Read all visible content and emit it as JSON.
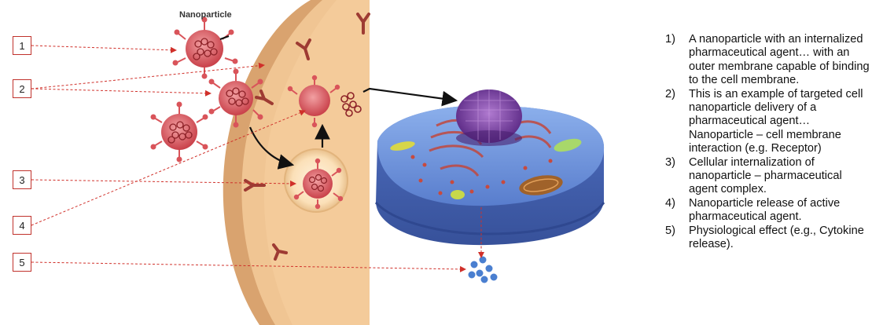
{
  "diagram": {
    "title": "Nanoparticle",
    "markers": [
      "1",
      "2",
      "3",
      "4",
      "5"
    ]
  },
  "legend": [
    {
      "num": "1)",
      "text": "A nanoparticle with an internalized pharmaceutical agent… with an outer membrane capable of binding to the cell membrane."
    },
    {
      "num": "2)",
      "text": "This is an example of targeted cell nanoparticle delivery of a pharmaceutical agent… Nanoparticle – cell membrane interaction (e.g. Receptor)"
    },
    {
      "num": "3)",
      "text": "Cellular internalization of nanoparticle – pharmaceutical agent complex."
    },
    {
      "num": "4)",
      "text": "Nanoparticle release of active pharmaceutical agent."
    },
    {
      "num": "5)",
      "text": "Physiological effect (e.g., Cytokine release)."
    }
  ],
  "colors": {
    "marker_border": "#c0322c",
    "dotted_arrow": "#d0302a",
    "cytoplasm": "#f0c593",
    "membrane": "#d9a36f",
    "nanoparticle": "#d9545a",
    "receptor": "#9e3b33",
    "cell_body": "#6d8fd6",
    "nucleus": "#7a3fa0",
    "molecules": "#4a7fd0"
  }
}
